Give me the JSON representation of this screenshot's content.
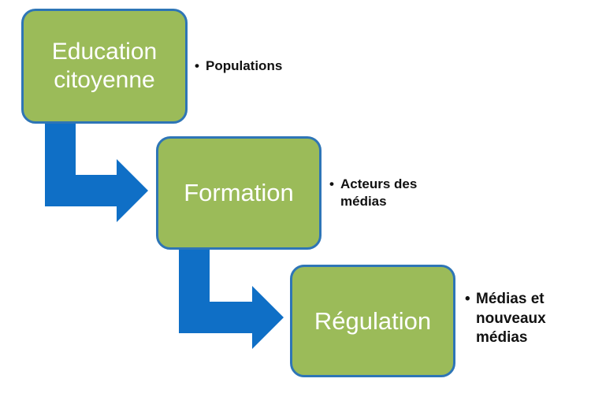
{
  "steps": [
    {
      "label_line1": "Education",
      "label_line2": "citoyenne",
      "note": "Populations"
    },
    {
      "label_line1": "Formation",
      "label_line2": "",
      "note": "Acteurs des médias"
    },
    {
      "label_line1": "Régulation",
      "label_line2": "",
      "note": "Médias et nouveaux médias"
    }
  ],
  "bullet": "•",
  "colors": {
    "box_fill": "#9bbb59",
    "box_border": "#2e75b6",
    "arrow": "#0f6fc6"
  }
}
